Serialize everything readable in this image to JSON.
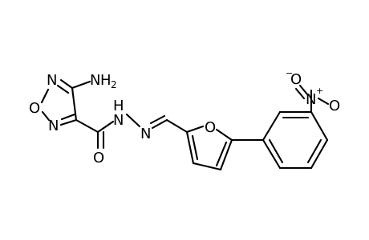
{
  "molecule": {
    "labels": {
      "amino_n": "N",
      "amino_h": "H",
      "amino_sub": "2",
      "ring_n_top": "N",
      "ring_o": "O",
      "ring_n_bottom": "N",
      "carbonyl_o": "O",
      "hydrazide_n": "N",
      "hydrazide_h": "H",
      "imine_n": "N",
      "furan_o": "O",
      "nitro_n": "N",
      "nitro_plus": "+",
      "nitro_o_upper": "O",
      "nitro_o_minus": "−",
      "nitro_o_right": "O"
    }
  }
}
